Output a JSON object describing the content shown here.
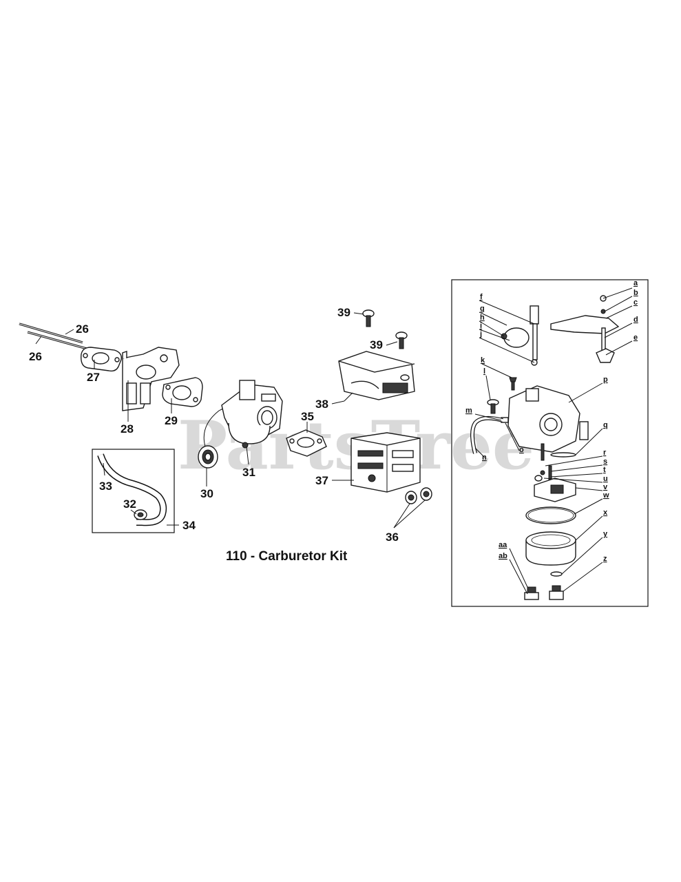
{
  "watermark": "PartsTree",
  "caption": "110 - Carburetor Kit",
  "callouts": {
    "c26a": "26",
    "c26b": "26",
    "c27": "27",
    "c28": "28",
    "c29": "29",
    "c30": "30",
    "c31": "31",
    "c32": "32",
    "c33": "33",
    "c34": "34",
    "c35": "35",
    "c36": "36",
    "c37": "37",
    "c38": "38",
    "c39a": "39",
    "c39b": "39"
  },
  "kit_callouts": {
    "a": "a",
    "b": "b",
    "c": "c",
    "d": "d",
    "e": "e",
    "f": "f",
    "g": "g",
    "h": "h",
    "i": "i",
    "j": "j",
    "k": "k",
    "l": "l",
    "m": "m",
    "n": "n",
    "o": "o",
    "p": "p",
    "q": "q",
    "r": "r",
    "s": "s",
    "t": "t",
    "u": "u",
    "v": "v",
    "w": "w",
    "x": "x",
    "y": "y",
    "z": "z",
    "aa": "aa",
    "ab": "ab"
  }
}
